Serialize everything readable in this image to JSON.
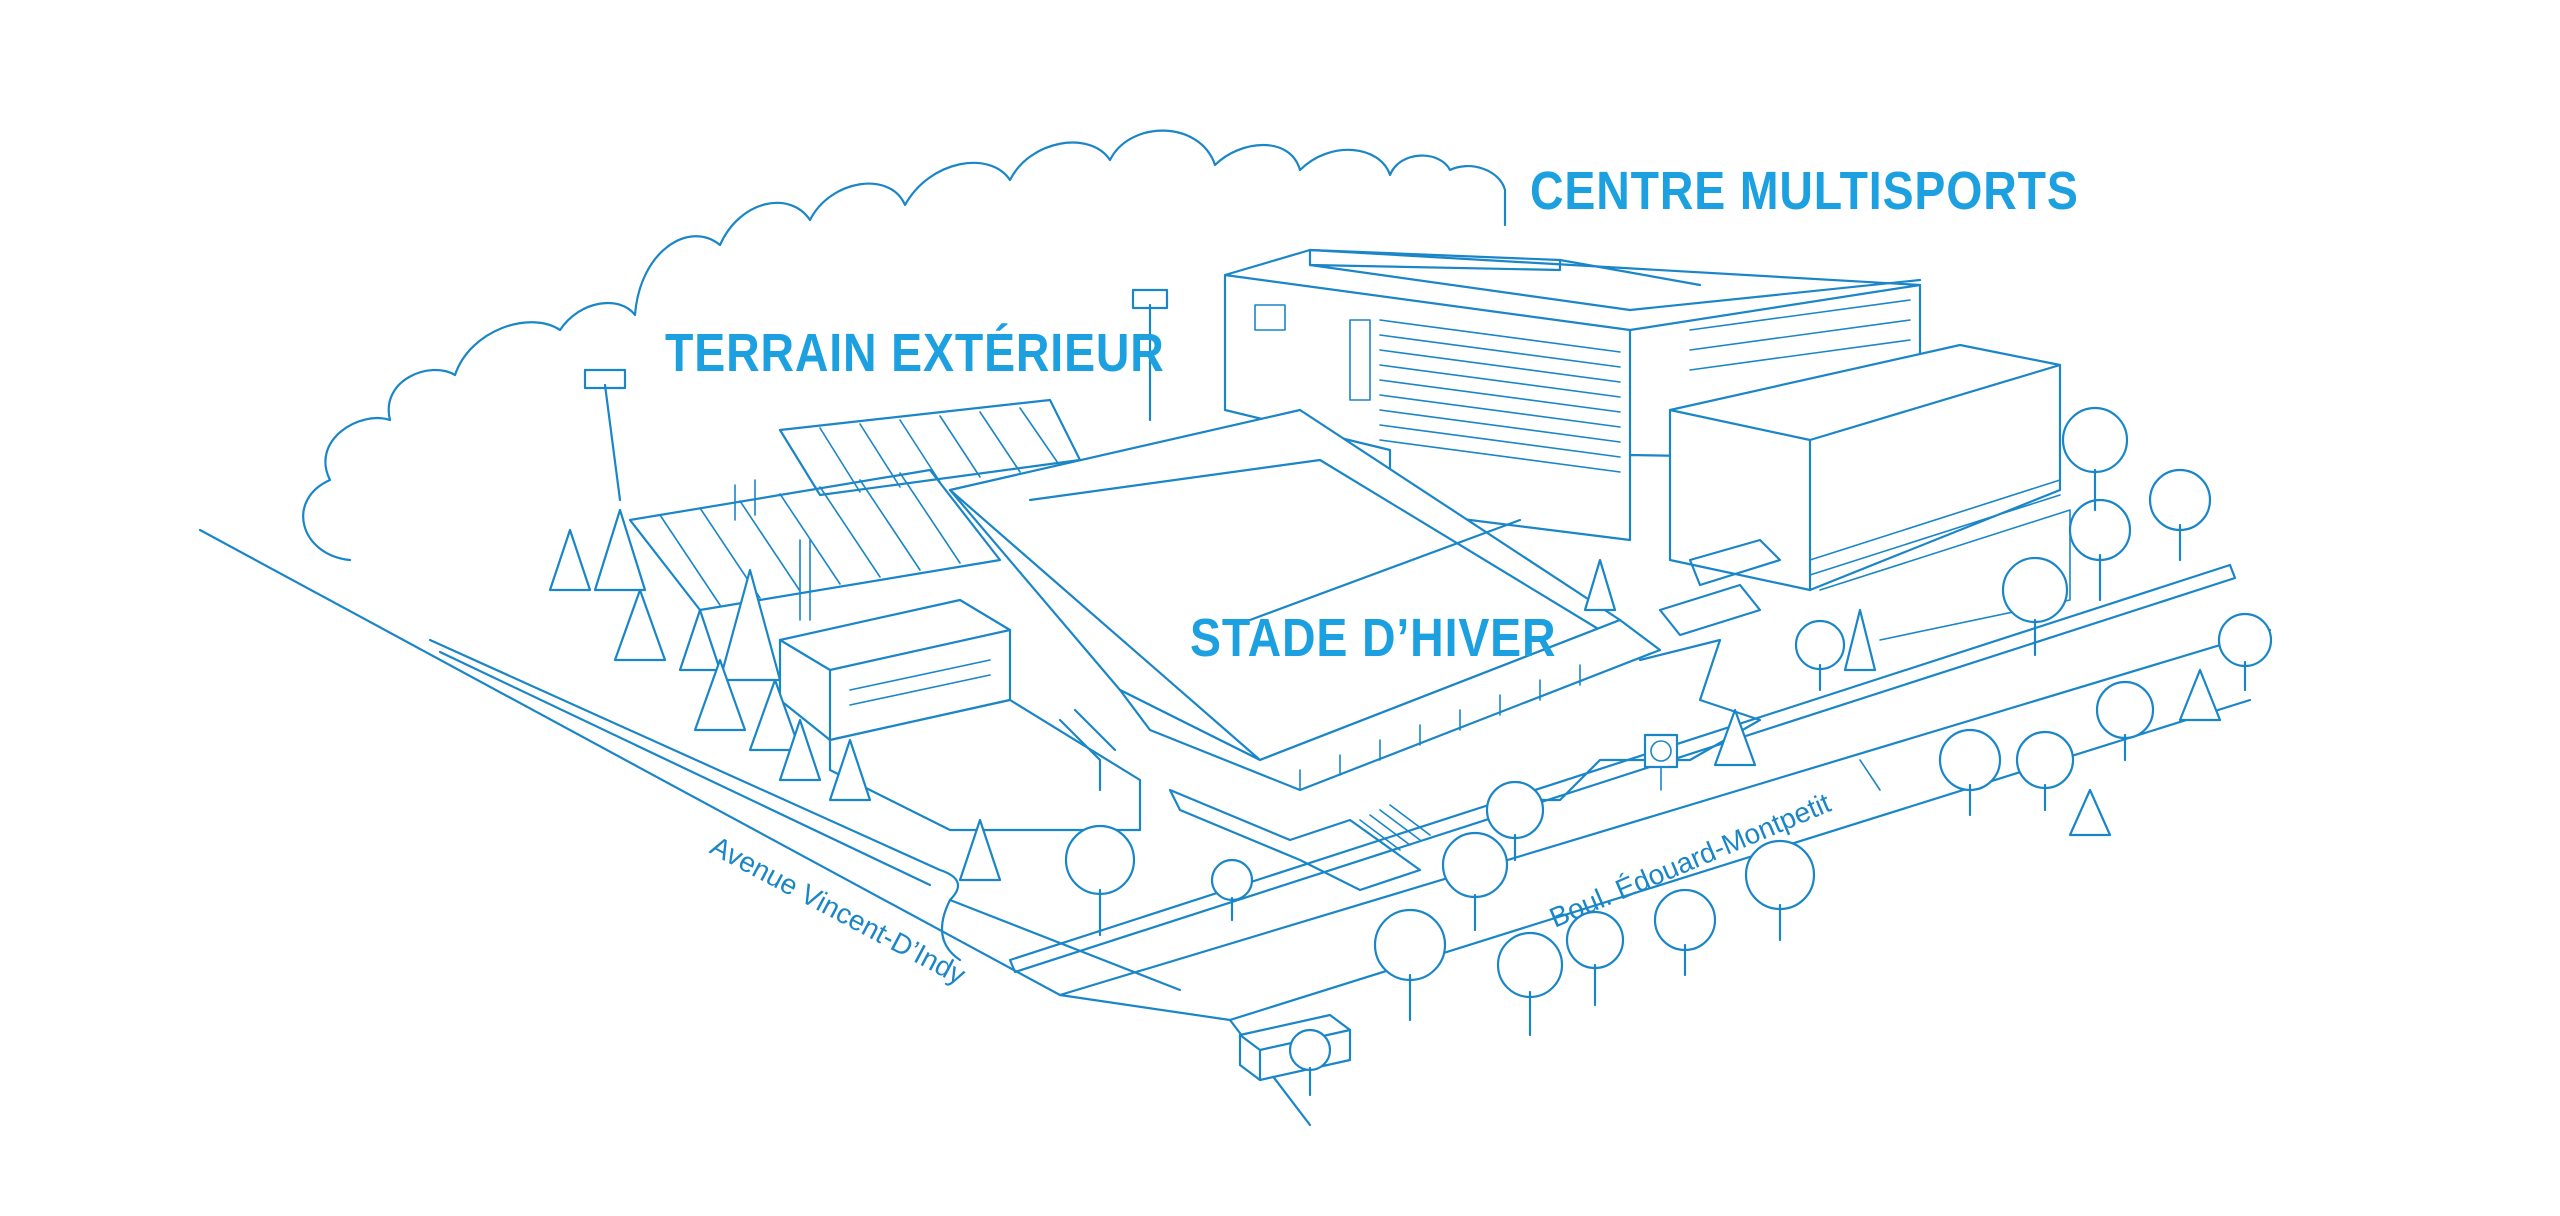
{
  "buildings": {
    "centre_multisports": "CENTRE MULTISPORTS",
    "terrain_exterieur": "TERRAIN EXTÉRIEUR",
    "stade_hiver": "STADE D’HIVER"
  },
  "streets": {
    "vincent_dindy": "Avenue Vincent-D’Indy",
    "edouard_montpetit": "Boul. Édouard-Montpetit"
  },
  "colors": {
    "line": "#1a86c8",
    "label": "#1da0e0",
    "background": "#ffffff"
  }
}
